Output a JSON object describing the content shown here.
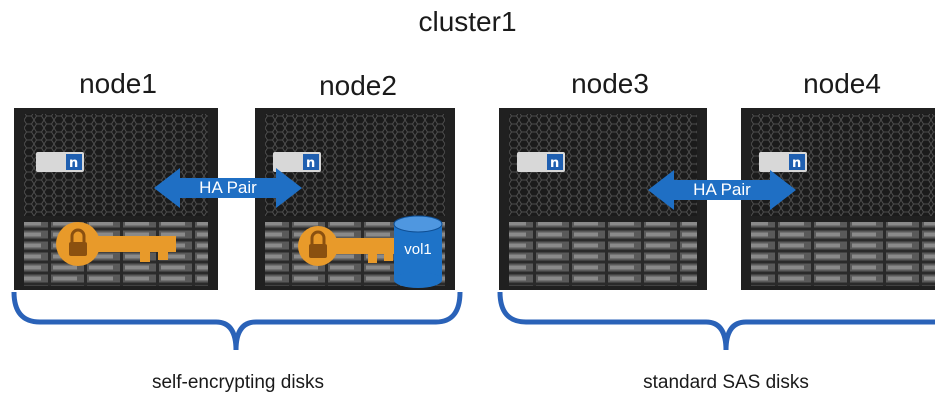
{
  "cluster": {
    "title": "cluster1"
  },
  "nodes": [
    {
      "name": "node1",
      "disk_type": "self-encrypting",
      "has_key": true,
      "has_volume": false
    },
    {
      "name": "node2",
      "disk_type": "self-encrypting",
      "has_key": true,
      "has_volume": true
    },
    {
      "name": "node3",
      "disk_type": "standard SAS",
      "has_key": false,
      "has_volume": false
    },
    {
      "name": "node4",
      "disk_type": "standard SAS",
      "has_key": false,
      "has_volume": false
    }
  ],
  "ha_pairs": [
    {
      "label": "HA Pair",
      "nodes": [
        "node1",
        "node2"
      ]
    },
    {
      "label": "HA Pair",
      "nodes": [
        "node3",
        "node4"
      ]
    }
  ],
  "volume": {
    "label": "vol1",
    "node": "node2"
  },
  "groups": [
    {
      "label": "self-encrypting disks",
      "nodes": [
        "node1",
        "node2"
      ]
    },
    {
      "label": "standard SAS disks",
      "nodes": [
        "node3",
        "node4"
      ]
    }
  ],
  "colors": {
    "bracket": "#2a62b8",
    "arrow": "#1f6fc4",
    "key": "#e89a2a",
    "volume": "#1e73c8",
    "chassis": "#202020",
    "logo": "#1f5fb0"
  },
  "icons": {
    "key": "key-icon",
    "lock": "padlock-icon",
    "volume": "cylinder-icon",
    "logo": "netapp-logo-icon"
  }
}
